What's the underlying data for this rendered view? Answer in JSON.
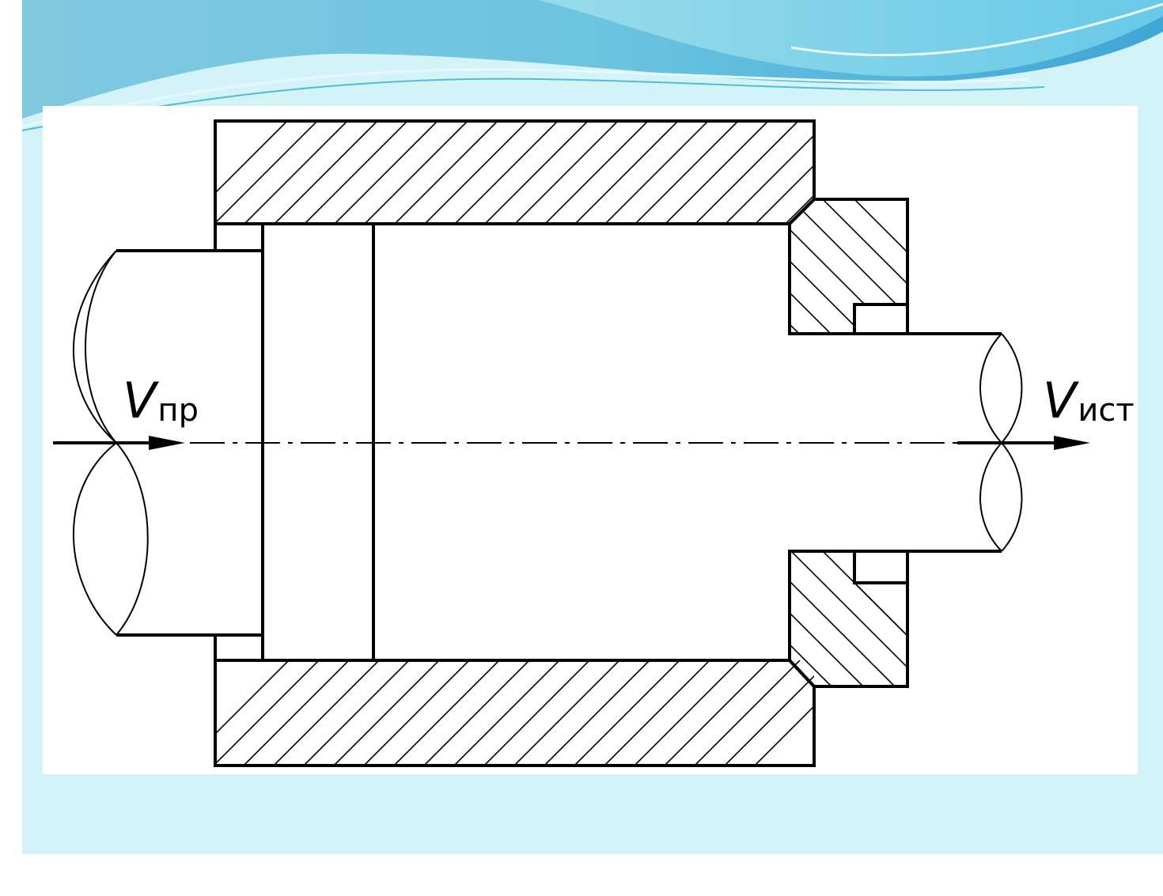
{
  "labels": {
    "inlet": {
      "symbol": "V",
      "subscript": "пр"
    },
    "outlet": {
      "symbol": "V",
      "subscript": "ист"
    }
  },
  "colors": {
    "slide_background": "#d3f3f8",
    "wave_dark": "#5fb9d8",
    "wave_light": "#8fdcec",
    "line": "#000000",
    "panel": "#ffffff"
  }
}
